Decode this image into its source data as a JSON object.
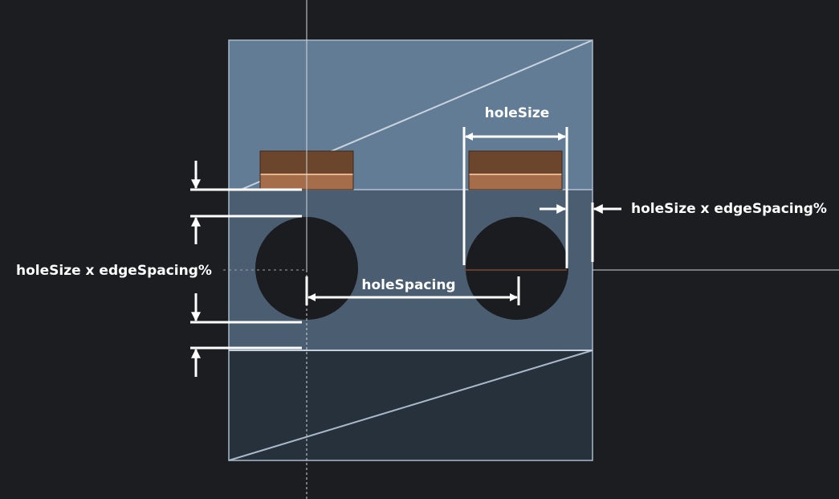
{
  "labels": {
    "hole_size_top": "holeSize",
    "hole_spacing": "holeSpacing",
    "edge_spacing_left": "holeSize x edgeSpacing%",
    "edge_spacing_right": "holeSize x edgeSpacing%"
  },
  "colors": {
    "background": "#1c1d20",
    "upper_panel": "#627c95",
    "middle_band": "#4b5d70",
    "lower_panel": "#27313c",
    "outline": "#aabacb",
    "hole": "#1b1c1f",
    "brace_dark": "#6b452c",
    "brace_light": "#a66d4a",
    "dimension": "#ffffff",
    "guide_line": "#c8ccd2"
  },
  "icons": {
    "dimension_arrow": "arrow-head-icon"
  }
}
